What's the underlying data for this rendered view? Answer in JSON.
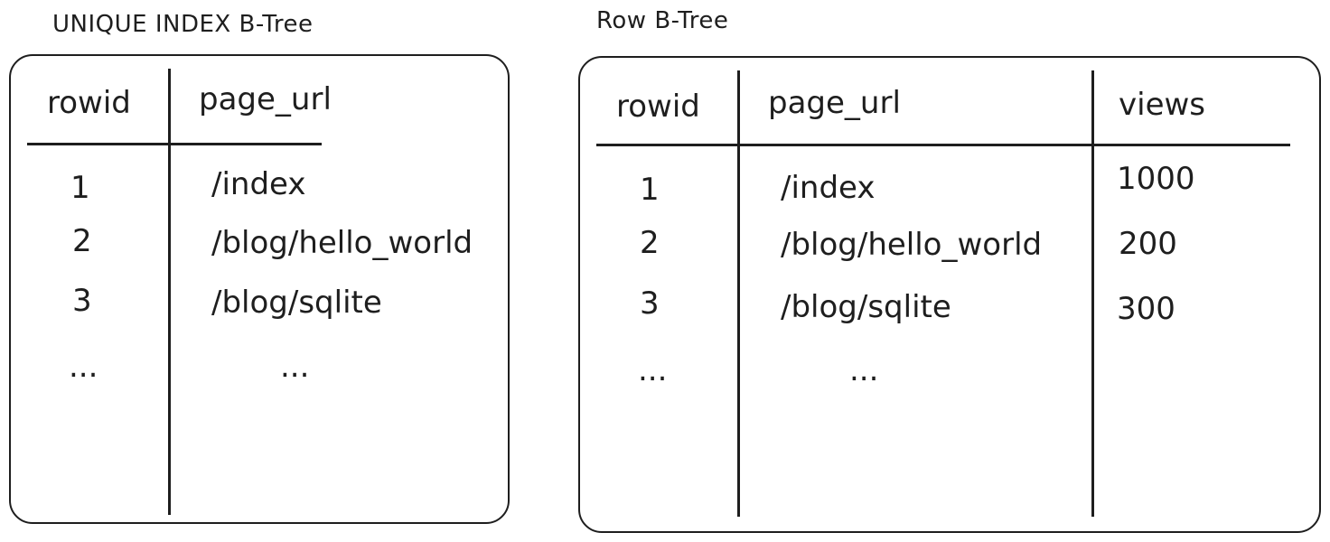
{
  "index_tree": {
    "title": "UNIQUE INDEX B-Tree",
    "headers": [
      "rowid",
      "page_url"
    ],
    "rows": [
      {
        "rowid": "1",
        "page_url": "/index"
      },
      {
        "rowid": "2",
        "page_url": "/blog/hello_world"
      },
      {
        "rowid": "3",
        "page_url": "/blog/sqlite"
      },
      {
        "rowid": "...",
        "page_url": "..."
      }
    ]
  },
  "row_tree": {
    "title": "Row B-Tree",
    "headers": [
      "rowid",
      "page_url",
      "views"
    ],
    "rows": [
      {
        "rowid": "1",
        "page_url": "/index",
        "views": "1000"
      },
      {
        "rowid": "2",
        "page_url": "/blog/hello_world",
        "views": "200"
      },
      {
        "rowid": "3",
        "page_url": "/blog/sqlite",
        "views": "300"
      },
      {
        "rowid": "...",
        "page_url": "...",
        "views": ""
      }
    ]
  }
}
